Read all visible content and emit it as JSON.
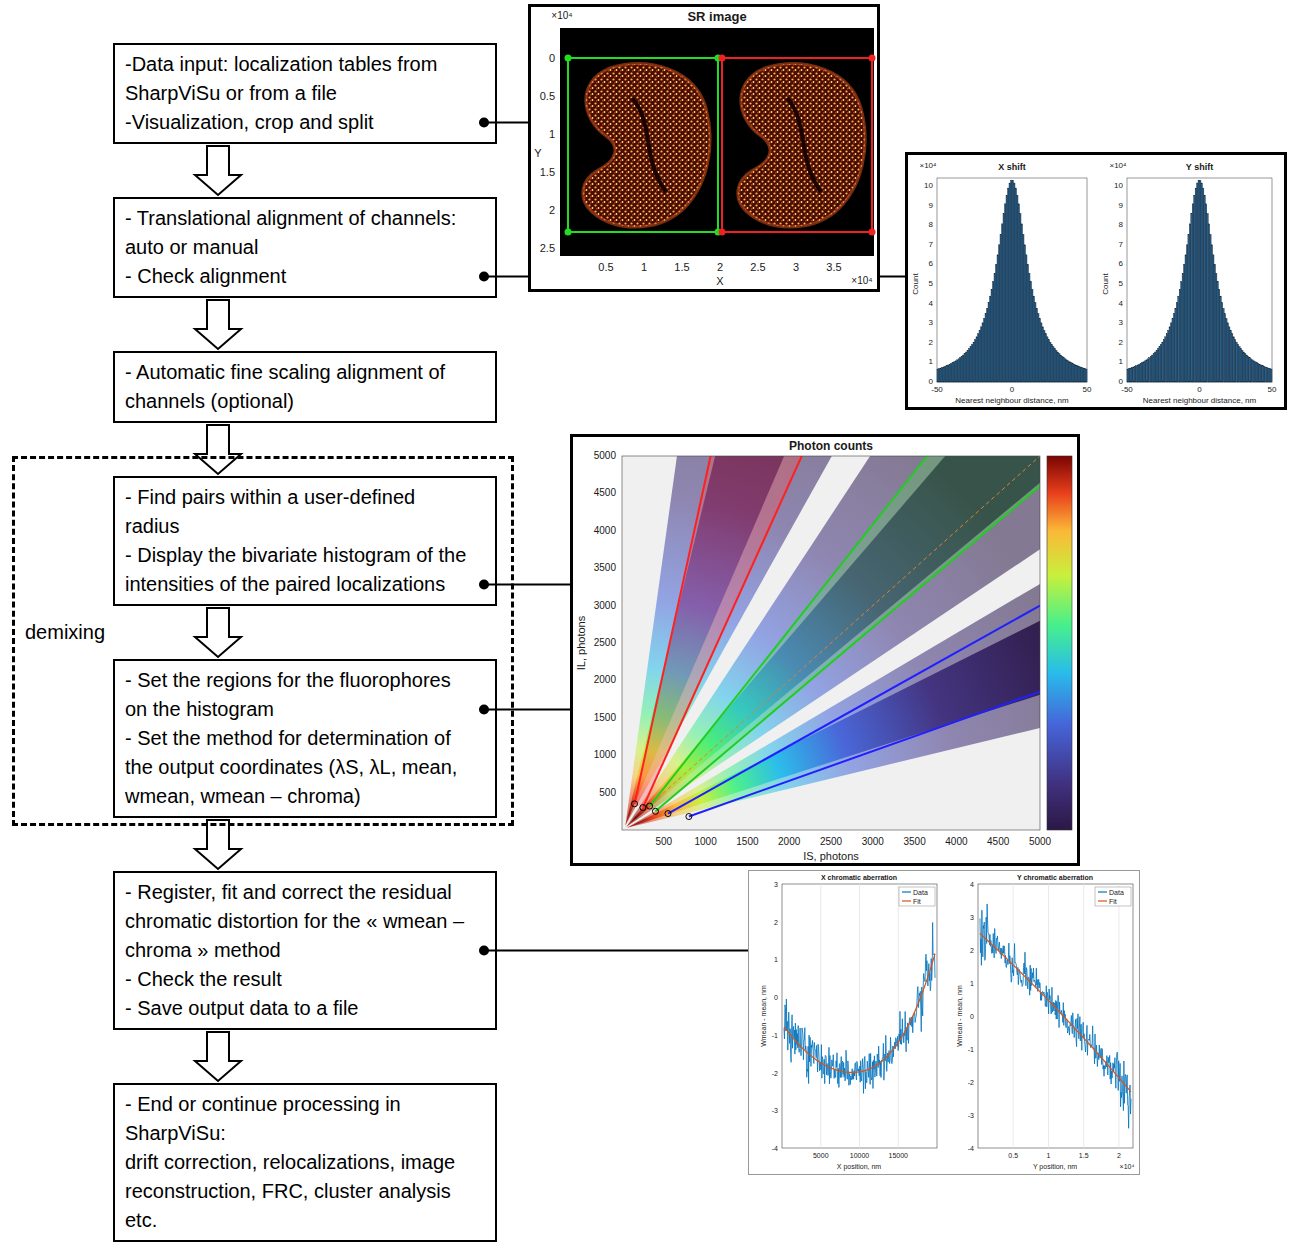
{
  "diagram": {
    "nodes": [
      {
        "text": [
          "-Data input: localization tables from SharpViSu or from a file",
          "-Visualization, crop and split"
        ]
      },
      {
        "text": [
          "- Translational alignment of channels: auto or manual",
          "- Check alignment"
        ]
      },
      {
        "text": [
          "- Automatic fine scaling alignment of channels (optional)"
        ]
      },
      {
        "text": [
          "demixing"
        ]
      },
      {
        "text": [
          "- Find pairs within a user-defined radius",
          "- Display the bivariate histogram of the intensities of the paired localizations"
        ],
        "in": 3
      },
      {
        "text": [
          "- Set the regions for the fluorophores on the histogram",
          "- Set the method for determination of the output coordinates (λS, λL, mean, wmean, wmean – chroma)"
        ],
        "in": 3
      },
      {
        "text": [
          "- Register, fit and correct the residual chromatic distortion for the « wmean – chroma » method",
          "- Check the result",
          "- Save output data to a file"
        ]
      },
      {
        "text": [
          "- End or continue processing in SharpViSu:",
          "drift correction, relocalizations, image reconstruction, FRC, cluster analysis etc."
        ]
      }
    ],
    "edges": [
      {
        "from": 0,
        "to": 1,
        "arrow": "to"
      },
      {
        "from": 1,
        "to": 2,
        "arrow": "to"
      },
      {
        "from": 2,
        "to": 4,
        "arrow": "to"
      },
      {
        "from": 4,
        "to": 5,
        "arrow": "to"
      },
      {
        "from": 5,
        "to": 6,
        "arrow": "to"
      },
      {
        "from": 6,
        "to": 7,
        "arrow": "to"
      }
    ],
    "labels": [
      "×10⁴",
      "SR image",
      "0",
      "0.5",
      "1",
      "1.5",
      "2",
      "2.5",
      "Y",
      "0.5",
      "1",
      "1.5",
      "2",
      "2.5",
      "3",
      "3.5",
      "X",
      "×10⁴",
      "×10⁴",
      "X shift",
      "10",
      "9",
      "8",
      "7",
      "6",
      "5",
      "4",
      "3",
      "2",
      "1",
      "0",
      "Count",
      "-50",
      "0",
      "50",
      "Nearest neighbour distance, nm",
      "×10⁴",
      "Y shift",
      "10",
      "9",
      "8",
      "7",
      "6",
      "5",
      "4",
      "3",
      "2",
      "1",
      "0",
      "Count",
      "-50",
      "0",
      "50",
      "Nearest neighbour distance, nm",
      "Photon counts",
      "5000",
      "4500",
      "4000",
      "3500",
      "3000",
      "2500",
      "2000",
      "1500",
      "1000",
      "500",
      "IL, photons",
      "500",
      "1000",
      "1500",
      "2000",
      "2500",
      "3000",
      "3500",
      "4000",
      "4500",
      "5000",
      "IS, photons",
      "X chromatic aberration",
      "3",
      "2",
      "1",
      "0",
      "-1",
      "-2",
      "-3",
      "-4",
      "Wmean - mean, nm",
      "5000",
      "10000",
      "15000",
      "X position, nm",
      "Y chromatic aberration",
      "4",
      "3",
      "2",
      "1",
      "0",
      "-1",
      "-2",
      "-3",
      "-4",
      "Wmean - mean, nm",
      "0.5",
      "1",
      "1.5",
      "2",
      "×10⁴",
      "Y position, nm"
    ],
    "legend": [
      {
        "text": "Data"
      },
      {
        "text": "Fit"
      },
      {
        "text": "Data"
      },
      {
        "text": "Fit"
      }
    ]
  }
}
